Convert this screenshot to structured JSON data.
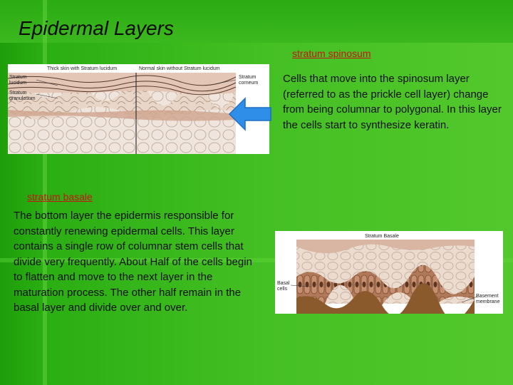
{
  "slide": {
    "title": "Epidermal Layers"
  },
  "spinosum": {
    "heading": "stratum spinosum",
    "text": "Cells that move into the spinosum layer (referred to as the prickle cell layer) change from being columnar to polygonal. In this layer the cells start to synthesize keratin."
  },
  "basale": {
    "heading": "stratum basale",
    "text": "The bottom layer the epidermis responsible for constantly renewing epidermal cells. This layer contains a single row of columnar stem cells that divide very frequently. About Half of the cells begin to flatten and move to the next layer in the maturation process. The other half remain in the basal layer and divide over and over."
  },
  "figure_thick": {
    "label_left_1": "Stratum",
    "label_left_2": "lucidum",
    "label_left_3": "Stratum",
    "label_left_4": "granulosum",
    "caption_left": "Thick skin with Stratum lucidum",
    "caption_right": "Normal skin without Stratum lucidum",
    "label_right_1": "Stratum",
    "label_right_2": "corneum"
  },
  "figure_basal": {
    "caption": "Stratum Basale",
    "label_left_1": "Basal",
    "label_left_2": "cells",
    "label_right_1": "Basement",
    "label_right_2": "membrane"
  },
  "colors": {
    "background": "#3cb81c",
    "heading_link": "#c81414",
    "arrow": "#2f8ee8"
  }
}
